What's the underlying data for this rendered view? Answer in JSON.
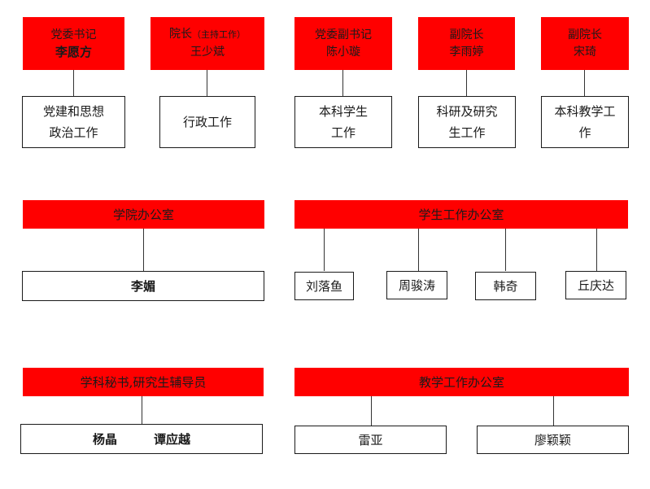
{
  "leaders": [
    {
      "title": "党委书记",
      "name": "李愿方",
      "duty_line1": "党建和思想",
      "duty_line2": "政治工作"
    },
    {
      "title_main": "院长",
      "title_note": "（主持工作）",
      "name": "王少斌",
      "duty_line1": "行政工作",
      "duty_line2": ""
    },
    {
      "title": "党委副书记",
      "name": "陈小璇",
      "duty_line1": "本科学生",
      "duty_line2": "工作"
    },
    {
      "title": "副院长",
      "name": "李雨婷",
      "duty_line1": "科研及研究",
      "duty_line2": "生工作"
    },
    {
      "title": "副院长",
      "name": "宋琦",
      "duty_line1": "本科教学工",
      "duty_line2": "作"
    }
  ],
  "offices": {
    "college_office": {
      "label": "学院办公室",
      "staff": [
        "李媚"
      ]
    },
    "student_office": {
      "label": "学生工作办公室",
      "staff": [
        "刘落鱼",
        "周骏涛",
        "韩奇",
        "丘庆达"
      ]
    },
    "secretary": {
      "label": "学科秘书,研究生辅导员",
      "staff_line": "杨晶　　　谭应越"
    },
    "teaching_office": {
      "label": "教学工作办公室",
      "staff": [
        "雷亚",
        "廖颖颖"
      ]
    }
  },
  "colors": {
    "header_red": "#ff0000",
    "border": "#1a1a1a"
  }
}
